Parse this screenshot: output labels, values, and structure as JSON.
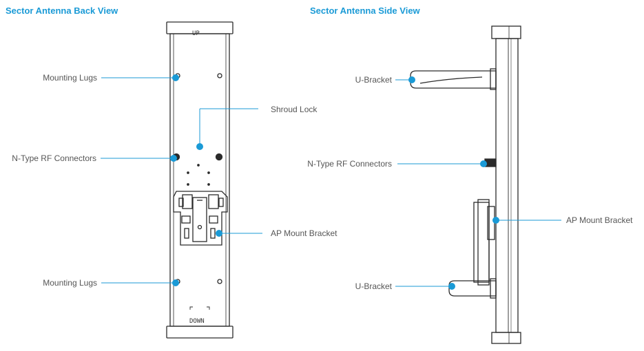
{
  "views": {
    "back": {
      "title": "Sector Antenna Back View",
      "top_text": "UP",
      "bottom_text": "DOWN",
      "callouts": {
        "mounting_lugs_top": "Mounting Lugs",
        "shroud_lock": "Shroud Lock",
        "rf_connectors": "N-Type RF Connectors",
        "ap_mount_bracket": "AP Mount Bracket",
        "mounting_lugs_bottom": "Mounting Lugs"
      }
    },
    "side": {
      "title": "Sector Antenna Side View",
      "callouts": {
        "u_bracket_top": "U-Bracket",
        "rf_connectors": "N-Type RF Connectors",
        "ap_mount_bracket": "AP Mount Bracket",
        "u_bracket_bottom": "U-Bracket"
      }
    }
  },
  "colors": {
    "accent": "#1a9ad6",
    "line": "#2a2a2a",
    "label": "#555555"
  }
}
